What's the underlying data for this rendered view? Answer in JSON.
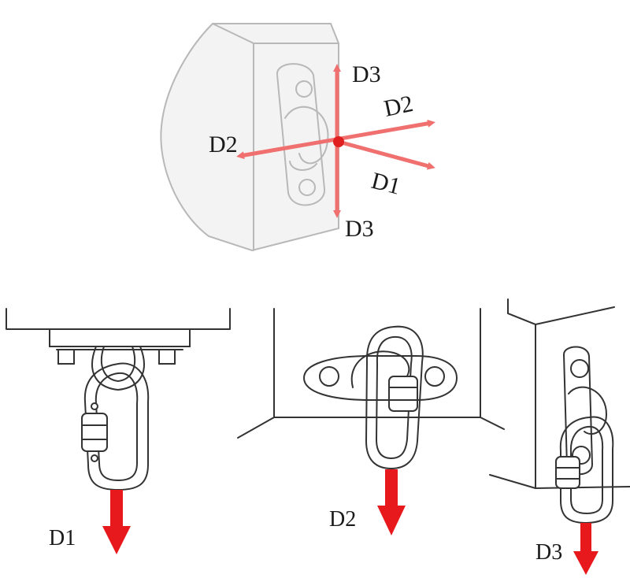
{
  "top_view": {
    "labels": {
      "d3_up": "D3",
      "d3_down": "D3",
      "d2_left": "D2",
      "d2_right": "D2",
      "d1": "D1"
    }
  },
  "load_cases": [
    {
      "label": "D1"
    },
    {
      "label": "D2"
    },
    {
      "label": "D3"
    }
  ],
  "colors": {
    "axis_red": "#f07070",
    "axis_center": "#e02020",
    "arrow_red": "#e8191c",
    "line": "#333333"
  }
}
